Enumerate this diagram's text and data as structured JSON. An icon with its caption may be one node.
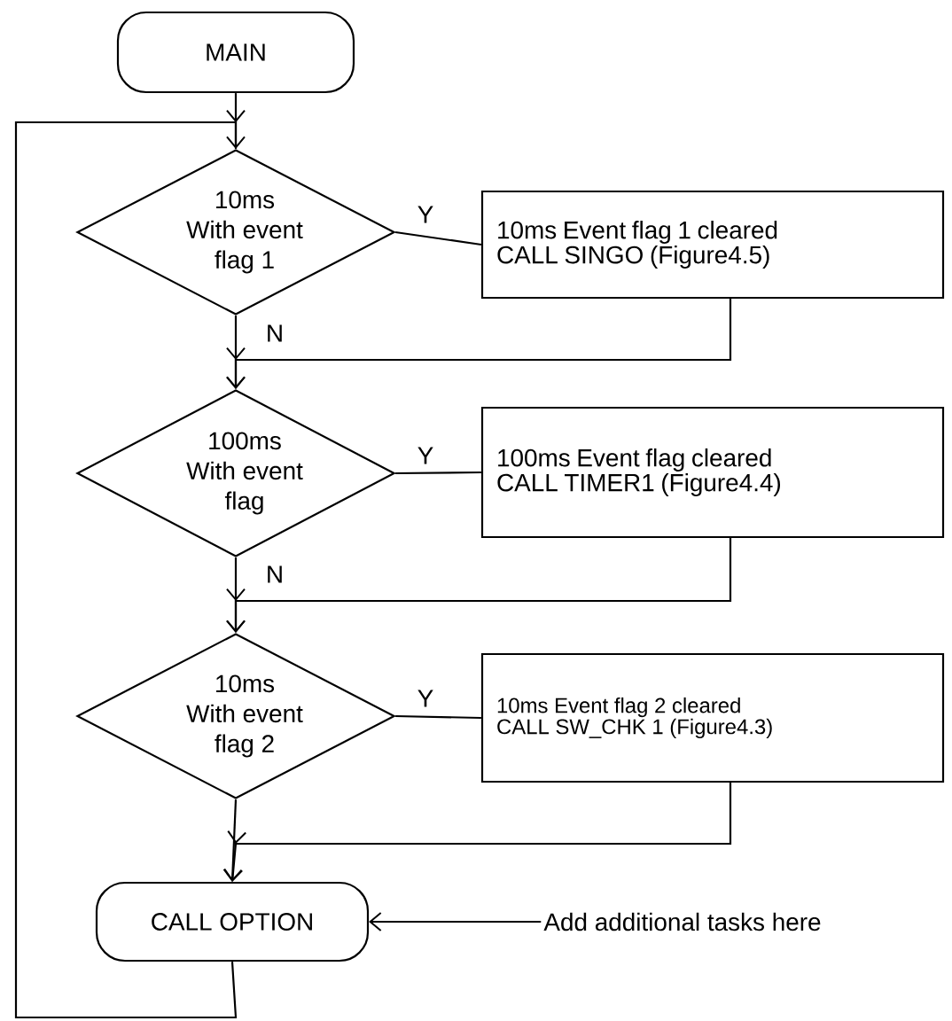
{
  "diagram": {
    "nodes": [
      {
        "text": [
          "MAIN"
        ]
      },
      {
        "text": [
          "10ms With event flag 1"
        ]
      },
      {
        "text": [
          "10ms Event flag 1 cleared",
          "CALL SINGO (Figure4.5)"
        ]
      },
      {
        "text": [
          "100ms With event flag"
        ]
      },
      {
        "text": [
          "100ms Event flag cleared",
          "CALL TIMER1 (Figure4.4)"
        ]
      },
      {
        "text": [
          "10ms With event flag 2"
        ]
      },
      {
        "text": [
          "10ms Event flag 2 cleared",
          "CALL SW_CHK 1 (Figure4.3)"
        ]
      },
      {
        "text": [
          "CALL OPTION"
        ]
      },
      {
        "text": [
          "Add additional tasks here"
        ]
      }
    ],
    "edges": [
      {
        "from": 0,
        "to": 1,
        "arrow": "none"
      },
      {
        "from": 1,
        "to": 2,
        "arrow": "none",
        "label": "Y"
      },
      {
        "from": 1,
        "to": 3,
        "arrow": "to",
        "label": "N"
      },
      {
        "from": 2,
        "to": 3,
        "arrow": "to"
      },
      {
        "from": 3,
        "to": 4,
        "arrow": "none",
        "label": "Y"
      },
      {
        "from": 3,
        "to": 5,
        "arrow": "to",
        "label": "N"
      },
      {
        "from": 4,
        "to": 5,
        "arrow": "to"
      },
      {
        "from": 5,
        "to": 6,
        "arrow": "none",
        "label": "Y"
      },
      {
        "from": 5,
        "to": 7,
        "arrow": "to"
      },
      {
        "from": 6,
        "to": 7,
        "arrow": "to"
      },
      {
        "from": 7,
        "to": 1,
        "arrow": "to"
      },
      {
        "from": 8,
        "to": 7,
        "arrow": "to"
      }
    ]
  }
}
